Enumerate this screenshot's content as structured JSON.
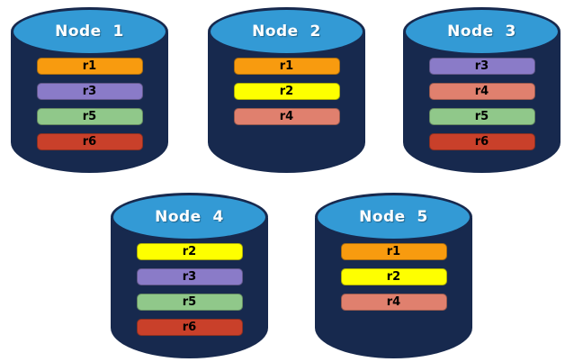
{
  "diagram": {
    "background": "#ffffff",
    "colors": {
      "cylinder_body": "#17294e",
      "cylinder_top": "#339ad5",
      "node_label_text": "#ffffff",
      "replica_label_text": "#000000",
      "replica_palette": {
        "r1": "#f89b0f",
        "r2": "#feff00",
        "r3": "#8a7bc8",
        "r4": "#e0806e",
        "r5": "#90c88a",
        "r6": "#c9402a"
      }
    },
    "nodes": [
      {
        "label": "Node  1",
        "replicas": [
          {
            "label": "r1",
            "color": "#f89b0f"
          },
          {
            "label": "r3",
            "color": "#8a7bc8"
          },
          {
            "label": "r5",
            "color": "#90c88a"
          },
          {
            "label": "r6",
            "color": "#c9402a"
          }
        ]
      },
      {
        "label": "Node  2",
        "replicas": [
          {
            "label": "r1",
            "color": "#f89b0f"
          },
          {
            "label": "r2",
            "color": "#feff00"
          },
          {
            "label": "r4",
            "color": "#e0806e"
          }
        ]
      },
      {
        "label": "Node  3",
        "replicas": [
          {
            "label": "r3",
            "color": "#8a7bc8"
          },
          {
            "label": "r4",
            "color": "#e0806e"
          },
          {
            "label": "r5",
            "color": "#90c88a"
          },
          {
            "label": "r6",
            "color": "#c9402a"
          }
        ]
      },
      {
        "label": "Node  4",
        "replicas": [
          {
            "label": "r2",
            "color": "#feff00"
          },
          {
            "label": "r3",
            "color": "#8a7bc8"
          },
          {
            "label": "r5",
            "color": "#90c88a"
          },
          {
            "label": "r6",
            "color": "#c9402a"
          }
        ]
      },
      {
        "label": "Node  5",
        "replicas": [
          {
            "label": "r1",
            "color": "#f89b0f"
          },
          {
            "label": "r2",
            "color": "#feff00"
          },
          {
            "label": "r4",
            "color": "#e0806e"
          }
        ]
      }
    ]
  }
}
